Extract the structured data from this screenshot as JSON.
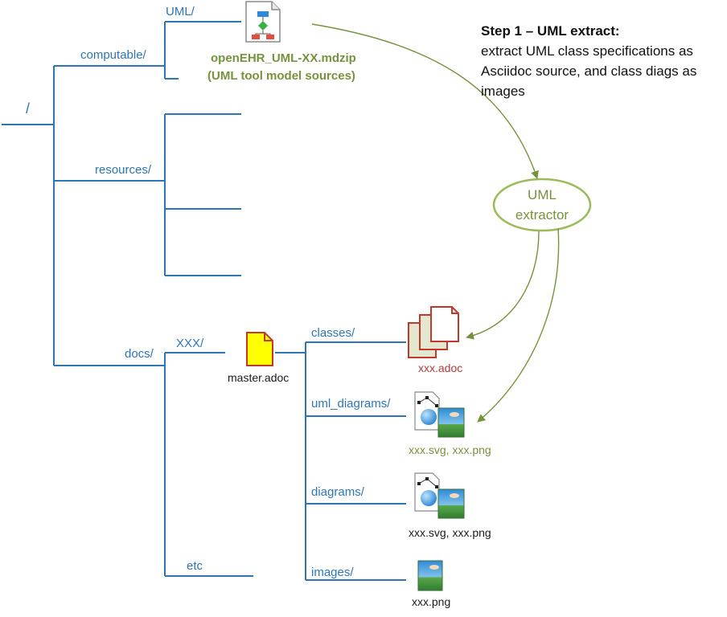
{
  "tree": {
    "root": "/",
    "computable": "computable/",
    "uml": "UML/",
    "resources": "resources/",
    "docs": "docs/",
    "xxx": "XXX/",
    "etc": "etc",
    "classes": "classes/",
    "uml_diagrams": "uml_diagrams/",
    "diagrams": "diagrams/",
    "images": "images/"
  },
  "files": {
    "mdzip_name": "openEHR_UML-XX.mdzip",
    "mdzip_desc": "(UML tool model sources)",
    "master": "master.adoc",
    "xxx_adoc": "xxx.adoc",
    "uml_svg_png": "xxx.svg, xxx.png",
    "diag_svg_png": "xxx.svg, xxx.png",
    "png": "xxx.png"
  },
  "step": {
    "title": "Step 1 – UML extract:",
    "description": "extract UML class specifications as Asciidoc source, and class diags as images"
  },
  "extractor": {
    "line1": "UML",
    "line2": "extractor"
  },
  "colors": {
    "tree_line": "#2e75b6",
    "arrow": "#76923c",
    "adoc_red": "#c0392b",
    "master_yellow": "#ffff00"
  }
}
